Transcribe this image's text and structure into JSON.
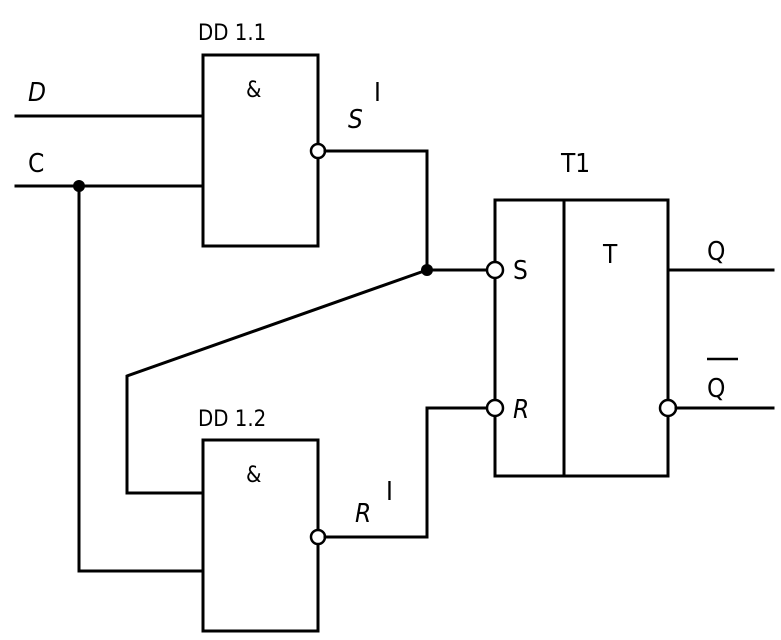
{
  "gates": {
    "dd11": {
      "label": "DD 1.1",
      "symbol": "&"
    },
    "dd12": {
      "label": "DD 1.2",
      "symbol": "&"
    }
  },
  "trigger": {
    "label": "T1",
    "symbol": "T",
    "input_s": "S",
    "input_r": "R"
  },
  "inputs": {
    "d": "D",
    "c": "C"
  },
  "internal": {
    "s_prime": "S",
    "s_prime_mark": "I",
    "r_prime": "R",
    "r_prime_mark": "I"
  },
  "outputs": {
    "q": "Q",
    "q_bar": "Q"
  },
  "colors": {
    "line": "#000000",
    "background": "#ffffff"
  }
}
